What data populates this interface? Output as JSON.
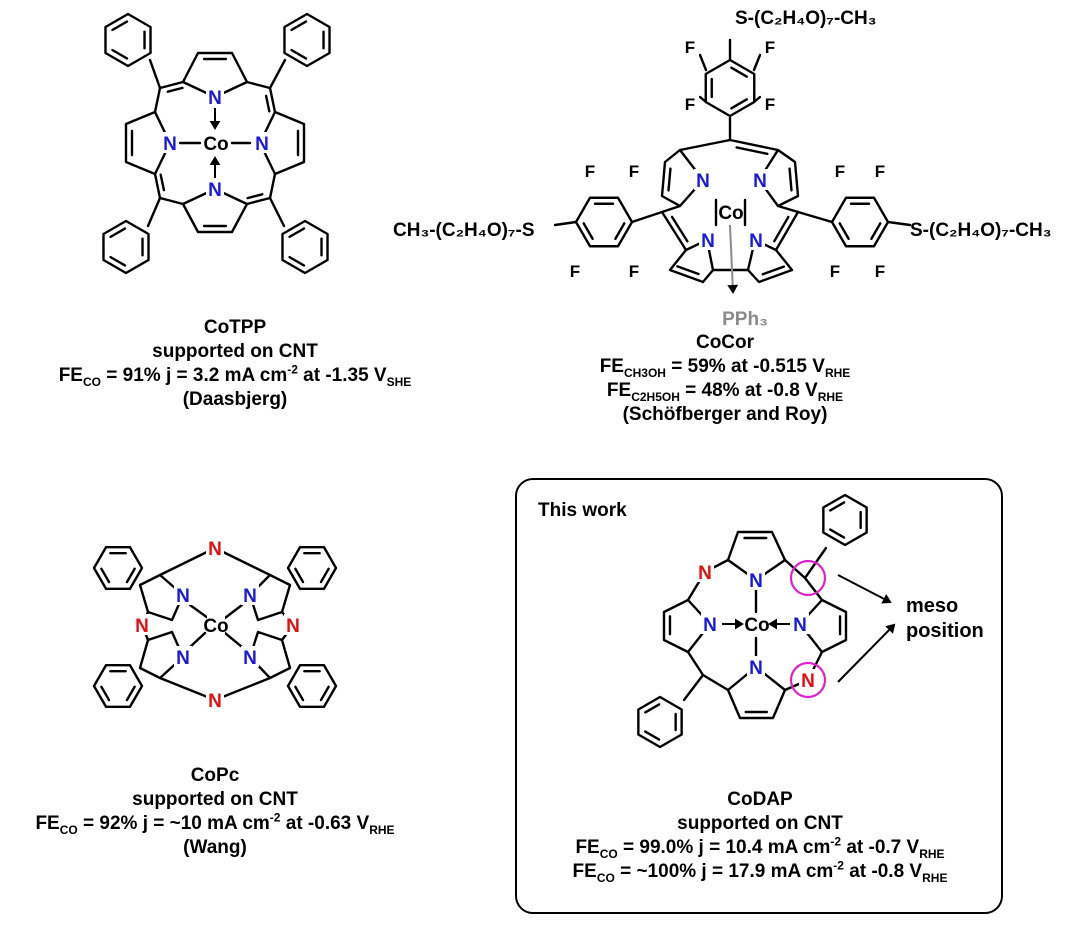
{
  "molecules": {
    "cotpp": {
      "name": "CoTPP",
      "support": "supported on CNT",
      "fe": {
        "prefix": "FE",
        "sub": "CO",
        "eq": " = 91% j = 3.2 mA cm",
        "sup": "-2",
        "at": " at -1.35 V",
        "vsub": "SHE"
      },
      "reference": "(Daasbjerg)"
    },
    "cocor": {
      "name": "CoCor",
      "fe1": {
        "prefix": "FE",
        "sub": "CH3OH",
        "eq": " = 59%  at -0.515 V",
        "vsub": "RHE"
      },
      "fe2": {
        "prefix": "FE",
        "sub": "C2H5OH",
        "eq": " = 48%  at -0.8 V",
        "vsub": "RHE"
      },
      "reference": "(Schöfberger and Roy)",
      "substituent_top": "S-(C₂H₄O)₇-CH₃",
      "substituent_left": "CH₃-(C₂H₄O)₇-S",
      "substituent_right": "S-(C₂H₄O)₇-CH₃",
      "axial_ligand": "PPh₃"
    },
    "copc": {
      "name": "CoPc",
      "support": "supported on CNT",
      "fe": {
        "prefix": "FE",
        "sub": "CO",
        "eq": " = 92% j =  ~10 mA cm",
        "sup": "-2",
        "at": " at -0.63 V",
        "vsub": "RHE"
      },
      "reference": "(Wang)"
    },
    "codap": {
      "box_label": "This work",
      "name": "CoDAP",
      "support": "supported on CNT",
      "fe1": {
        "prefix": "FE",
        "sub": "CO",
        "eq": " = 99.0% j =  10.4 mA cm",
        "sup": "-2",
        "at": " at -0.7 V",
        "vsub": "RHE"
      },
      "fe2": {
        "prefix": "FE",
        "sub": "CO",
        "eq": " = ~100% j =  17.9 mA cm",
        "sup": "-2",
        "at": " at -0.8 V",
        "vsub": "RHE"
      },
      "annotation_line1": "meso",
      "annotation_line2": "position"
    }
  },
  "atom_labels": {
    "metal": "Co",
    "nitrogen": "N",
    "fluorine": "F"
  },
  "colors": {
    "nitrogen": "#1a1adb",
    "aza_nitrogen": "#e01010",
    "highlight": "#e020d0",
    "ligand": "#8a8a8a",
    "bond": "#000000"
  }
}
